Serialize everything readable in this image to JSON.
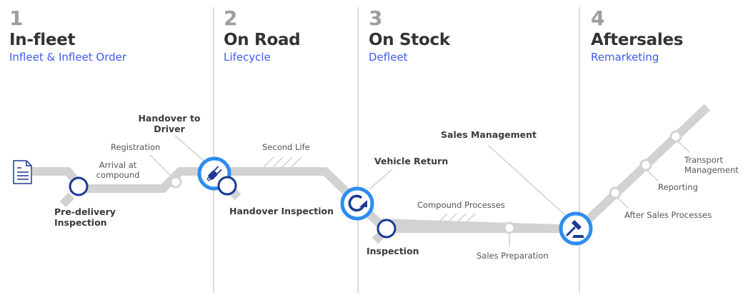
{
  "phases": [
    {
      "number": "1",
      "title": "In-fleet",
      "subtitle": "Infleet & Infleet Order"
    },
    {
      "number": "2",
      "title": "On Road",
      "subtitle": "Lifecycle"
    },
    {
      "number": "3",
      "title": "On Stock",
      "subtitle": "Defleet"
    },
    {
      "number": "4",
      "title": "Aftersales",
      "subtitle": "Remarketing"
    }
  ],
  "stations": {
    "pre_delivery": "Pre-delivery Inspection",
    "arrival": "Arrival at compound",
    "registration": "Registration",
    "handover_driver": "Handover to Driver",
    "handover_inspection": "Handover Inspection",
    "second_life": "Second Life",
    "vehicle_return": "Vehicle Return",
    "inspection": "Inspection",
    "compound_processes": "Compound Processes",
    "sales_preparation": "Sales Preparation",
    "sales_management": "Sales Management",
    "after_sales_processes": "After Sales Processes",
    "reporting": "Reporting",
    "transport_management": "Transport Management"
  },
  "icons": {
    "start": "document-icon",
    "handover": "plug-icon",
    "return": "refresh-icon",
    "sales": "gavel-icon"
  },
  "colors": {
    "track": "#d2d2d2",
    "accent_ring": "#2e8cf0",
    "node_dark": "#1a3a94",
    "subtitle": "#3f5bf0"
  }
}
